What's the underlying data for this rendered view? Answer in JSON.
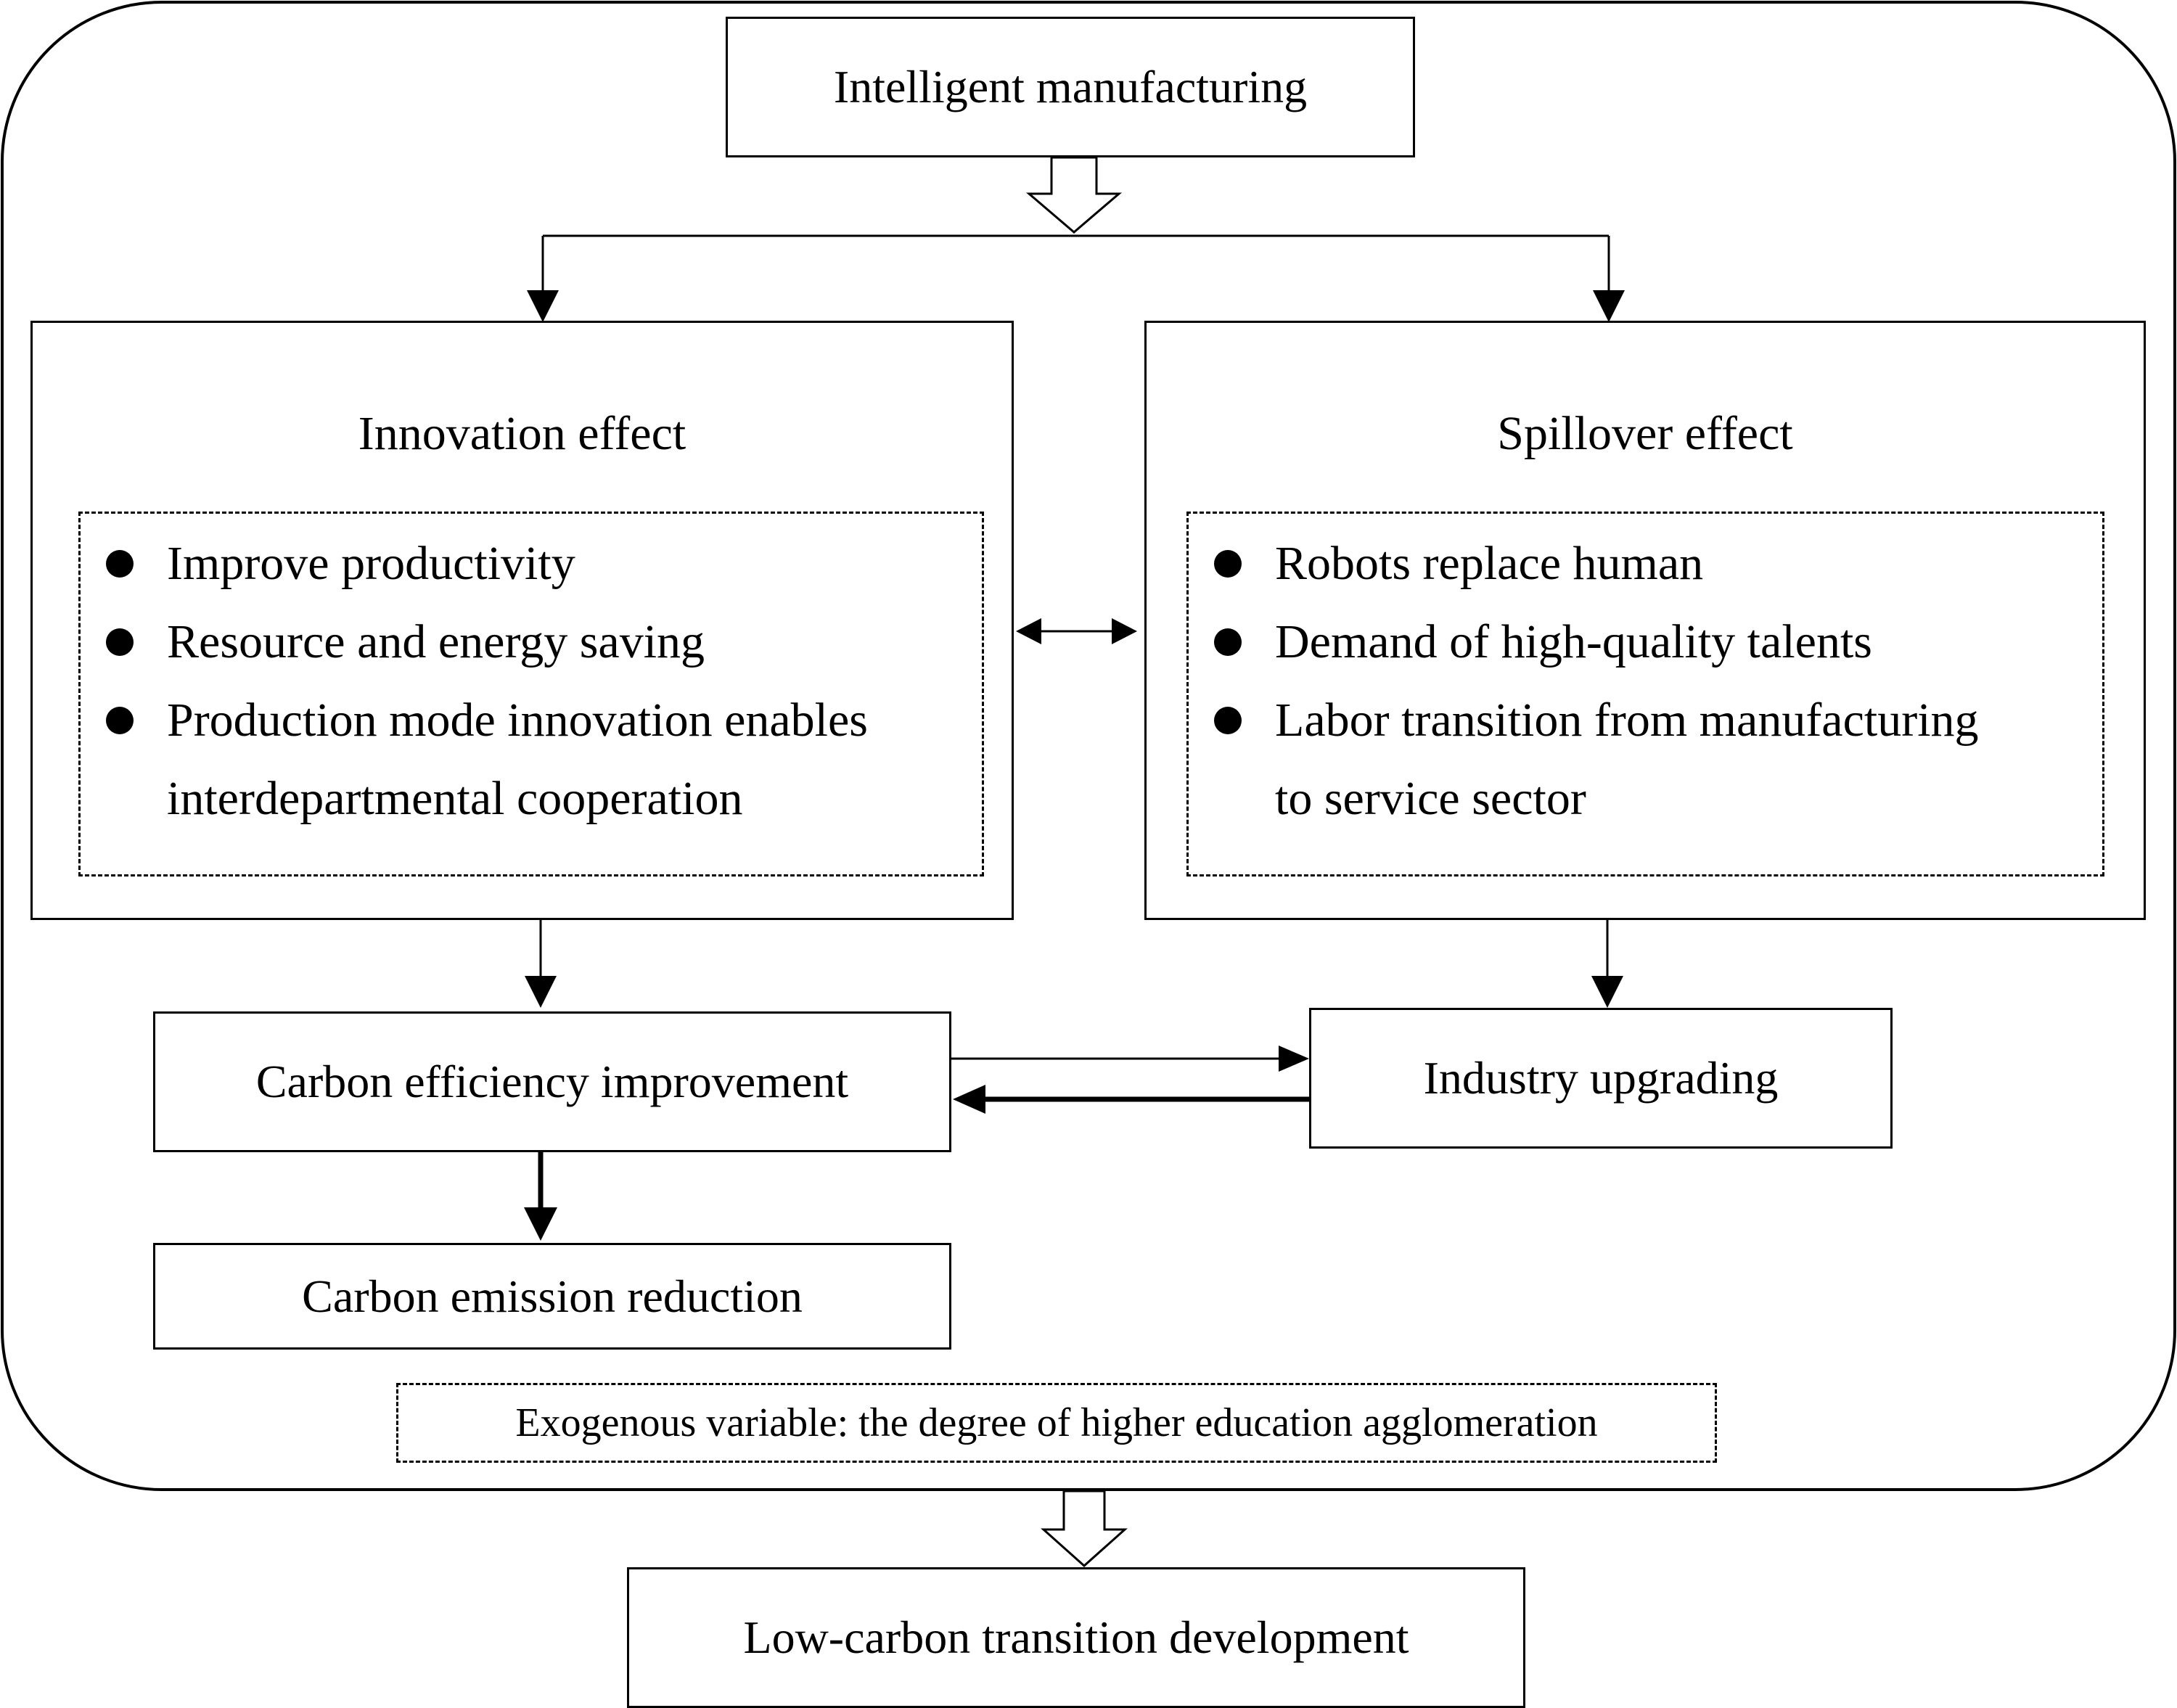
{
  "nodes": {
    "intelligent_manufacturing": "Intelligent manufacturing",
    "innovation_effect": {
      "title": "Innovation effect",
      "items": [
        "Improve productivity",
        "Resource and energy saving",
        "Production mode innovation enables",
        "interdepartmental cooperation"
      ]
    },
    "spillover_effect": {
      "title": "Spillover effect",
      "items": [
        "Robots replace human",
        "Demand of high-quality talents",
        "Labor transition from manufacturing",
        "to service sector"
      ]
    },
    "carbon_efficiency": "Carbon efficiency improvement",
    "industry_upgrading": "Industry upgrading",
    "carbon_emission": "Carbon emission reduction",
    "exogenous": "Exogenous variable: the degree of higher education agglomeration",
    "low_carbon": "Low-carbon transition development"
  }
}
